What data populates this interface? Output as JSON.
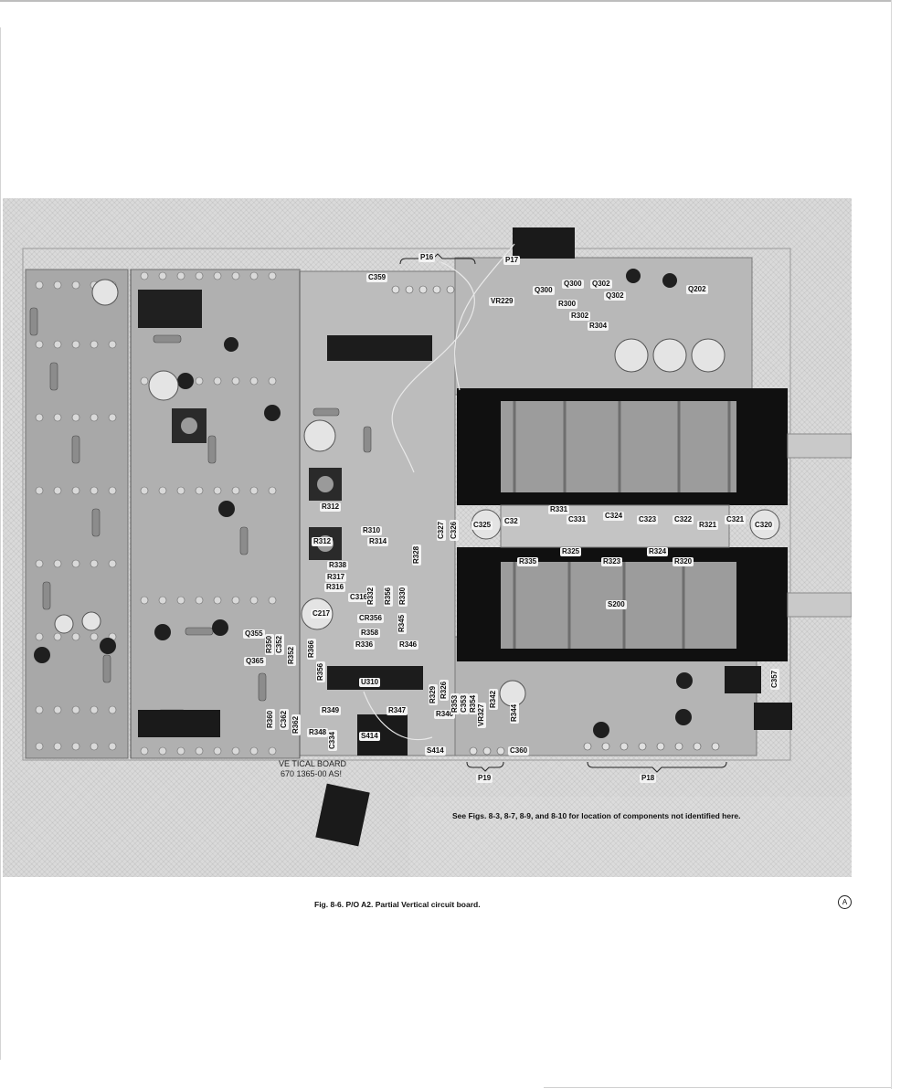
{
  "figure": {
    "caption": "Fig. 8-6. P/O A2. Partial Vertical circuit board.",
    "note": "See Figs. 8-3, 8-7, 8-9, and 8-10 for location of components not identified here.",
    "revision_mark": "A",
    "board_text": [
      "VE TICAL BOARD",
      "670 1365-00  AS!"
    ]
  },
  "component_labels": [
    {
      "id": "P16",
      "text": "P16",
      "vertical": false
    },
    {
      "id": "P17",
      "text": "P17",
      "vertical": false
    },
    {
      "id": "C359",
      "text": "C359",
      "vertical": false
    },
    {
      "id": "Q300",
      "text": "Q300",
      "vertical": false
    },
    {
      "id": "Q302",
      "text": "Q302",
      "vertical": false
    },
    {
      "id": "Q302b",
      "text": "Q302",
      "vertical": false
    },
    {
      "id": "Q300b",
      "text": "Q300",
      "vertical": false
    },
    {
      "id": "Q202",
      "text": "Q202",
      "vertical": false
    },
    {
      "id": "R300",
      "text": "R300",
      "vertical": false
    },
    {
      "id": "R302",
      "text": "R302",
      "vertical": false
    },
    {
      "id": "R304",
      "text": "R304",
      "vertical": false
    },
    {
      "id": "VR229",
      "text": "VR229",
      "vertical": false
    },
    {
      "id": "R312a",
      "text": "R312",
      "vertical": false
    },
    {
      "id": "R312",
      "text": "R312",
      "vertical": false
    },
    {
      "id": "R310",
      "text": "R310",
      "vertical": false
    },
    {
      "id": "R314",
      "text": "R314",
      "vertical": false
    },
    {
      "id": "R338",
      "text": "R338",
      "vertical": false
    },
    {
      "id": "R317",
      "text": "R317",
      "vertical": false
    },
    {
      "id": "R316",
      "text": "R316",
      "vertical": false
    },
    {
      "id": "C316",
      "text": "C316",
      "vertical": false
    },
    {
      "id": "C217",
      "text": "C217",
      "vertical": false
    },
    {
      "id": "CR356",
      "text": "CR356",
      "vertical": false
    },
    {
      "id": "R358",
      "text": "R358",
      "vertical": false
    },
    {
      "id": "R336",
      "text": "R336",
      "vertical": false
    },
    {
      "id": "R346",
      "text": "R346",
      "vertical": false
    },
    {
      "id": "U310",
      "text": "U310",
      "vertical": false
    },
    {
      "id": "R349",
      "text": "R349",
      "vertical": false
    },
    {
      "id": "R347",
      "text": "R347",
      "vertical": false
    },
    {
      "id": "R348",
      "text": "R348",
      "vertical": false
    },
    {
      "id": "S414",
      "text": "S414",
      "vertical": false
    },
    {
      "id": "S414b",
      "text": "S414",
      "vertical": false
    },
    {
      "id": "R340",
      "text": "R340",
      "vertical": false
    },
    {
      "id": "C360",
      "text": "C360",
      "vertical": false
    },
    {
      "id": "P19",
      "text": "P19",
      "vertical": false
    },
    {
      "id": "P18",
      "text": "P18",
      "vertical": false
    },
    {
      "id": "Q355",
      "text": "Q355",
      "vertical": false
    },
    {
      "id": "Q365",
      "text": "Q365",
      "vertical": false
    },
    {
      "id": "C325",
      "text": "C325",
      "vertical": false
    },
    {
      "id": "C32",
      "text": "C32",
      "vertical": false
    },
    {
      "id": "R331",
      "text": "R331",
      "vertical": false
    },
    {
      "id": "C331",
      "text": "C331",
      "vertical": false
    },
    {
      "id": "C324",
      "text": "C324",
      "vertical": false
    },
    {
      "id": "C323",
      "text": "C323",
      "vertical": false
    },
    {
      "id": "C322",
      "text": "C322",
      "vertical": false
    },
    {
      "id": "R321",
      "text": "R321",
      "vertical": false
    },
    {
      "id": "C321",
      "text": "C321",
      "vertical": false
    },
    {
      "id": "C320",
      "text": "C320",
      "vertical": false
    },
    {
      "id": "R335",
      "text": "R335",
      "vertical": false
    },
    {
      "id": "R325",
      "text": "R325",
      "vertical": false
    },
    {
      "id": "R323",
      "text": "R323",
      "vertical": false
    },
    {
      "id": "R324",
      "text": "R324",
      "vertical": false
    },
    {
      "id": "R320",
      "text": "R320",
      "vertical": false
    },
    {
      "id": "S200",
      "text": "S200",
      "vertical": false
    },
    {
      "id": "C327",
      "text": "C327",
      "vertical": true
    },
    {
      "id": "C326",
      "text": "C326",
      "vertical": true
    },
    {
      "id": "R328",
      "text": "R328",
      "vertical": true
    },
    {
      "id": "R332",
      "text": "R332",
      "vertical": true
    },
    {
      "id": "R356v",
      "text": "R356",
      "vertical": true
    },
    {
      "id": "R330",
      "text": "R330",
      "vertical": true
    },
    {
      "id": "R345",
      "text": "R345",
      "vertical": true
    },
    {
      "id": "R350",
      "text": "R350",
      "vertical": true
    },
    {
      "id": "C352",
      "text": "C352",
      "vertical": true
    },
    {
      "id": "R352",
      "text": "R352",
      "vertical": true
    },
    {
      "id": "R360",
      "text": "R360",
      "vertical": true
    },
    {
      "id": "C362",
      "text": "C362",
      "vertical": true
    },
    {
      "id": "R362",
      "text": "R362",
      "vertical": true
    },
    {
      "id": "R356b",
      "text": "R356",
      "vertical": true
    },
    {
      "id": "R366",
      "text": "R366",
      "vertical": true
    },
    {
      "id": "C334",
      "text": "C334",
      "vertical": true
    },
    {
      "id": "R329",
      "text": "R329",
      "vertical": true
    },
    {
      "id": "R326",
      "text": "R326",
      "vertical": true
    },
    {
      "id": "R353",
      "text": "R353",
      "vertical": true
    },
    {
      "id": "C353",
      "text": "C353",
      "vertical": true
    },
    {
      "id": "R354",
      "text": "R354",
      "vertical": true
    },
    {
      "id": "VR327",
      "text": "VR327",
      "vertical": true
    },
    {
      "id": "R342",
      "text": "R342",
      "vertical": true
    },
    {
      "id": "R344",
      "text": "R344",
      "vertical": true
    },
    {
      "id": "C357",
      "text": "C357",
      "vertical": true
    }
  ]
}
